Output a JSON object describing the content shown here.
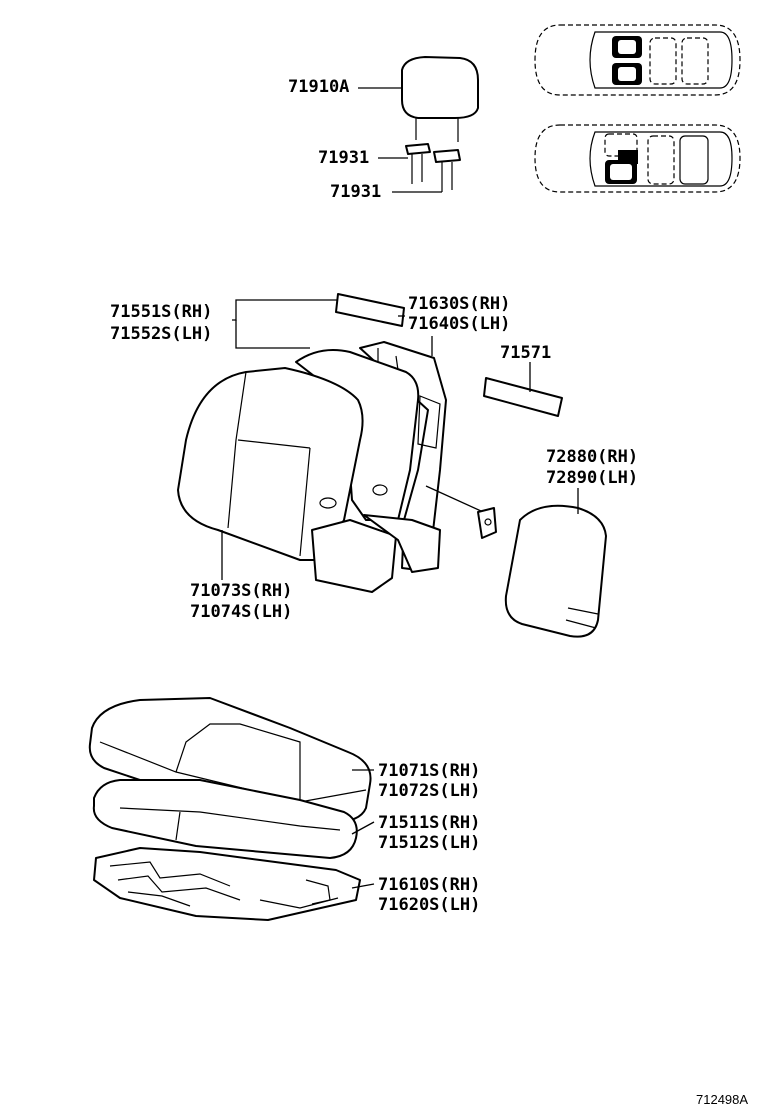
{
  "labels": {
    "headrest": "71910A",
    "support_upper": "71931",
    "support_lower": "71931",
    "back_pad_rh": "71551S(RH)",
    "back_pad_lh": "71552S(LH)",
    "back_frame_rh": "71630S(RH)",
    "back_frame_lh": "71640S(LH)",
    "back_board": "71571",
    "back_cover_rh": "71073S(RH)",
    "back_cover_lh": "71074S(LH)",
    "armrest_rh": "72880(RH)",
    "armrest_lh": "72890(LH)",
    "cushion_cover_rh": "71071S(RH)",
    "cushion_cover_lh": "71072S(LH)",
    "cushion_pad_rh": "71511S(RH)",
    "cushion_pad_lh": "71512S(LH)",
    "cushion_frame_rh": "71610S(RH)",
    "cushion_frame_lh": "71620S(LH)"
  },
  "figure_id": "712498A"
}
